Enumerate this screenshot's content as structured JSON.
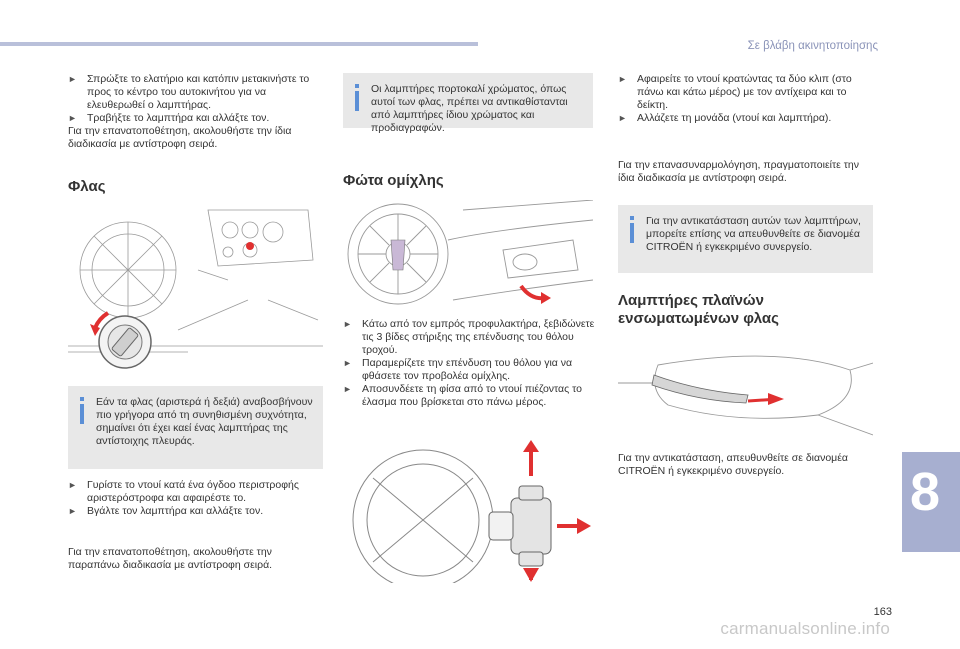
{
  "header": {
    "section_title": "Σε βλάβη ακινητοποίησης"
  },
  "chapter": "8",
  "page_number": "163",
  "watermark": "carmanualsonline.info",
  "col1": {
    "bullets_top": [
      "Σπρώξτε το ελατήριο και κατόπιν μετακινήστε το προς το κέντρο του αυτοκινήτου για να ελευθερωθεί ο λαμπτήρας.",
      "Τραβήξτε το λαμπτήρα και αλλάξτε τον."
    ],
    "para_top": "Για την επανατοποθέτηση, ακολουθήστε την ίδια διαδικασία με αντίστροφη σειρά.",
    "heading": "Φλας",
    "note": "Εάν τα φλας (αριστερά ή δεξιά) αναβοσβήνουν πιο γρήγορα από τη συνηθισμένη συχνότητα, σημαίνει ότι έχει καεί ένας λαμπτήρας της αντίστοιχης πλευράς.",
    "bullets_bottom": [
      "Γυρίστε το ντουί κατά ένα όγδοο περιστροφής αριστερόστροφα και αφαιρέστε το.",
      "Βγάλτε τον λαμπτήρα και αλλάξτε τον."
    ],
    "para_bottom": "Για την επανατοποθέτηση, ακολουθήστε την παραπάνω διαδικασία με αντίστροφη σειρά."
  },
  "col2": {
    "note": "Οι λαμπτήρες πορτοκαλί χρώματος, όπως αυτοί των φλας, πρέπει να αντικαθίστανται από λαμπτήρες ίδιου χρώματος και προδιαγραφών.",
    "heading": "Φώτα ομίχλης",
    "bullets": [
      "Κάτω από τον εμπρός προφυλακτήρα, ξεβιδώνετε τις 3 βίδες στήριξης της επένδυσης του θόλου τροχού.",
      "Παραμερίζετε την επένδυση του θόλου για να φθάσετε τον προβολέα ομίχλης.",
      "Αποσυνδέετε τη φίσα από το ντουί πιέζοντας το έλασμα που βρίσκεται στο πάνω μέρος."
    ]
  },
  "col3": {
    "bullets": [
      "Αφαιρείτε το ντουί κρατώντας τα δύο κλιπ (στο πάνω και κάτω μέρος) με τον αντίχειρα και το δείκτη.",
      "Αλλάζετε τη μονάδα (ντουί και λαμπτήρα)."
    ],
    "para": "Για την επανασυναρμολόγηση, πραγματοποιείτε την ίδια διαδικασία με αντίστροφη σειρά.",
    "note": "Για την αντικατάσταση αυτών των λαμπτήρων, μπορείτε επίσης να απευθυνθείτε σε διανομέα CITROËN ή εγκεκριμένο συνεργείο.",
    "heading": "Λαμπτήρες πλαϊνών ενσωματωμένων φλας",
    "para_bottom": "Για την αντικατάσταση, απευθυνθείτε σε διανομέα CITROËN ή εγκεκριμένο συνεργείο."
  },
  "bullet_glyph": "",
  "colors": {
    "accent": "#a7afd0",
    "note_bg": "#e8e8e8",
    "note_icon": "#5b8fd6",
    "arrow": "#e03030"
  }
}
